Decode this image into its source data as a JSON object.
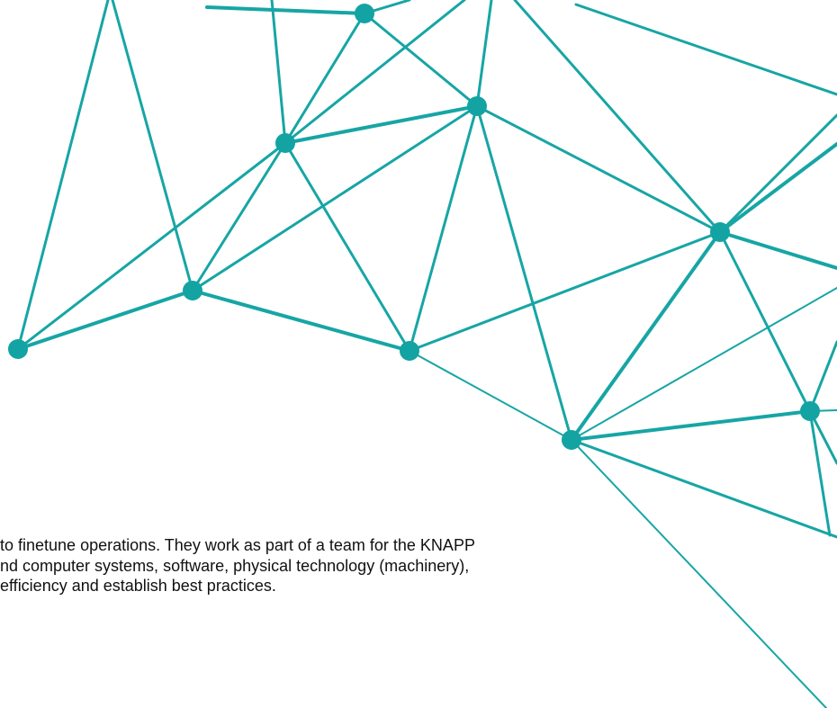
{
  "background": {
    "graphic": "network-mesh-graphic",
    "line_color": "#17a5a5",
    "node_color": "#13a3a3"
  },
  "body_text": {
    "line1": " to finetune operations. They work as part of a team for the KNAPP",
    "line2": "nd computer systems, software, physical technology (machinery),",
    "line3": "efficiency and establish best practices."
  }
}
